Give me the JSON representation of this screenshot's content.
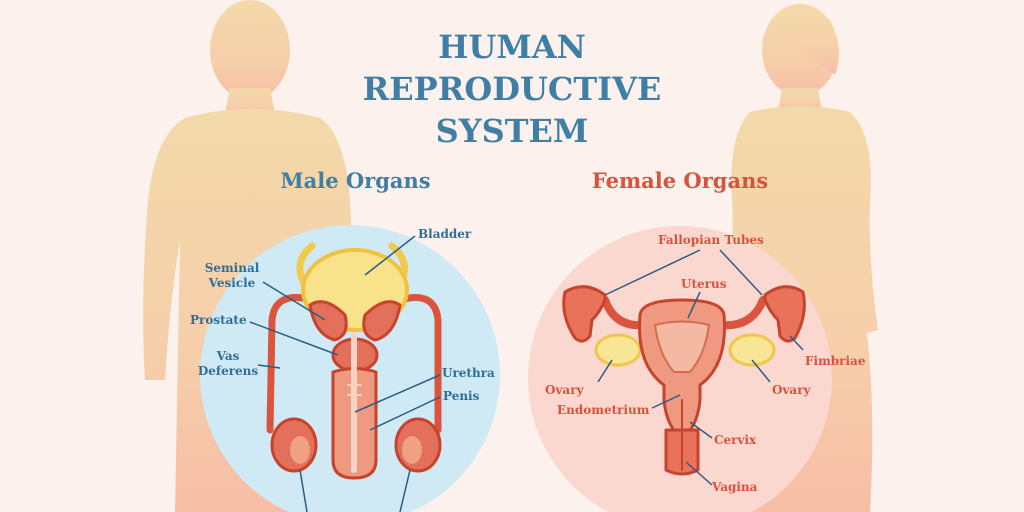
{
  "title": {
    "line1": "HUMAN",
    "line2": "REPRODUCTIVE",
    "line3": "SYSTEM"
  },
  "male": {
    "heading": "Male Organs",
    "labels": {
      "bladder": "Bladder",
      "seminal_vesicle_1": "Seminal",
      "seminal_vesicle_2": "Vesicle",
      "prostate": "Prostate",
      "vas_deferens_1": "Vas",
      "vas_deferens_2": "Deferens",
      "urethra": "Urethra",
      "penis": "Penis"
    }
  },
  "female": {
    "heading": "Female Organs",
    "labels": {
      "fallopian_tubes": "Fallopian Tubes",
      "uterus": "Uterus",
      "fimbriae": "Fimbriae",
      "ovary_left": "Ovary",
      "ovary_right": "Ovary",
      "endometrium": "Endometrium",
      "cervix": "Cervix",
      "vagina": "Vagina"
    }
  },
  "colors": {
    "background": "#fdf1ee",
    "silhouette": "#f6d9b0",
    "male_circle": "#cfe9f5",
    "female_circle": "#fad7cf",
    "male_text": "#3f7fa6",
    "female_text": "#d8533b",
    "organ_red": "#d9553d",
    "organ_fill": "#ef9a80",
    "bladder_yellow": "#f8e38a",
    "ovary_yellow": "#f9e596"
  },
  "icons": [
    "male-silhouette",
    "female-silhouette"
  ]
}
